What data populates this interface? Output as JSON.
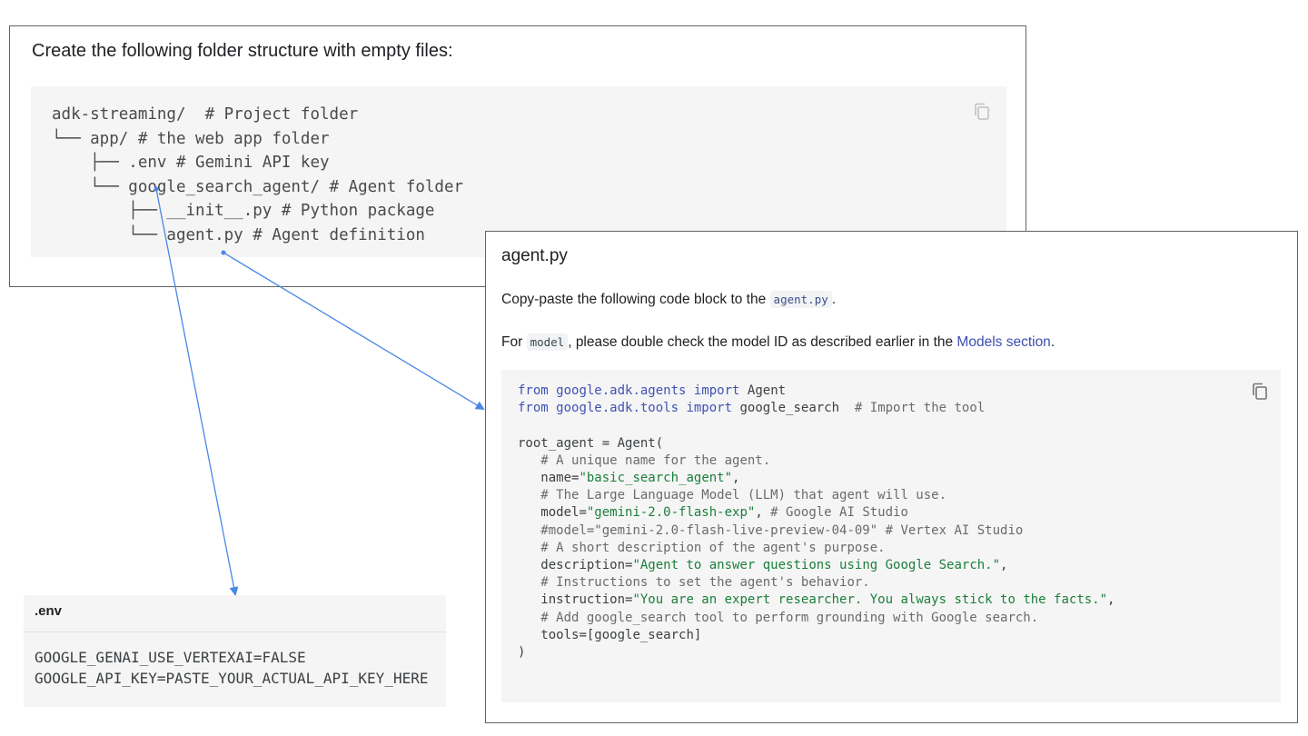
{
  "structure": {
    "heading": "Create the following folder structure with empty files:",
    "tree_lines": [
      "adk-streaming/  # Project folder",
      "└── app/ # the web app folder",
      "    ├── .env # Gemini API key",
      "    └── google_search_agent/ # Agent folder",
      "        ├── __init__.py # Python package",
      "        └── agent.py # Agent definition"
    ]
  },
  "agent_panel": {
    "title": "agent.py",
    "copy_text_before": "Copy-paste the following code block to the ",
    "copy_code": "agent.py",
    "copy_text_after": ".",
    "model_text_before": "For ",
    "model_code": "model",
    "model_text_mid": ", please double check the model ID as described earlier in the ",
    "model_link": "Models section",
    "model_text_after": "."
  },
  "code": {
    "l1_kw1": "from",
    "l1_mod": "google.adk.agents",
    "l1_kw2": "import",
    "l1_name": "Agent",
    "l2_kw1": "from",
    "l2_mod": "google.adk.tools",
    "l2_kw2": "import",
    "l2_name": "google_search",
    "l2_cmt": "# Import the tool",
    "l4": "root_agent = Agent(",
    "c1": "# A unique name for the agent.",
    "name_key": "name=",
    "name_val": "\"basic_search_agent\"",
    "c2": "# The Large Language Model (LLM) that agent will use.",
    "model_key": "model=",
    "model_val": "\"gemini-2.0-flash-exp\"",
    "model_cmt": "# Google AI Studio",
    "alt_model": "#model=\"gemini-2.0-flash-live-preview-04-09\" # Vertex AI Studio",
    "c3": "# A short description of the agent's purpose.",
    "desc_key": "description=",
    "desc_val": "\"Agent to answer questions using Google Search.\"",
    "c4": "# Instructions to set the agent's behavior.",
    "instr_key": "instruction=",
    "instr_val": "\"You are an expert researcher. You always stick to the facts.\"",
    "c5": "# Add google_search tool to perform grounding with Google search.",
    "tools": "tools=[google_search]",
    "close": ")"
  },
  "env": {
    "title": ".env",
    "lines": [
      "GOOGLE_GENAI_USE_VERTEXAI=FALSE",
      "GOOGLE_API_KEY=PASTE_YOUR_ACTUAL_API_KEY_HERE"
    ]
  },
  "colors": {
    "arrow": "#4a86e8",
    "keyword": "#3f51b5",
    "string": "#1b7f3b",
    "code_bg": "#f5f5f5"
  },
  "icons": [
    "copy-icon"
  ]
}
